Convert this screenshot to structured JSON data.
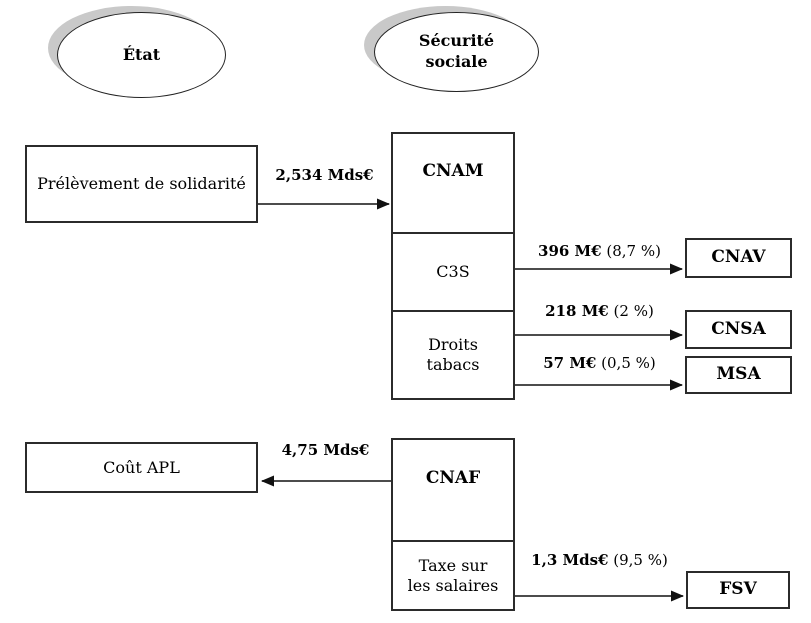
{
  "diagram": {
    "ellipses": [
      {
        "label": "État"
      },
      {
        "label": "Sécurité sociale"
      }
    ],
    "left_boxes": [
      {
        "label": "Prélèvement de solidarité"
      },
      {
        "label": "Coût APL"
      }
    ],
    "stacks": {
      "cnam": {
        "sections": [
          "CNAM",
          "C3S",
          "Droits tabacs"
        ]
      },
      "cnaf": {
        "sections": [
          "CNAF",
          "Taxe sur les salaires"
        ]
      }
    },
    "target_boxes": [
      {
        "label": "CNAV"
      },
      {
        "label": "CNSA"
      },
      {
        "label": "MSA"
      },
      {
        "label": "FSV"
      }
    ],
    "flows": [
      {
        "from": "Prélèvement de solidarité",
        "to": "CNAM",
        "amount": "2,534 Mds€",
        "percent": ""
      },
      {
        "from": "C3S",
        "to": "CNAV",
        "amount": "396 M€",
        "percent": "(8,7 %)"
      },
      {
        "from": "Droits tabacs",
        "to": "CNSA",
        "amount": "218 M€",
        "percent": "(2 %)"
      },
      {
        "from": "Droits tabacs",
        "to": "MSA",
        "amount": "57 M€",
        "percent": "(0,5 %)"
      },
      {
        "from": "CNAF",
        "to": "Coût APL",
        "amount": "4,75 Mds€",
        "percent": ""
      },
      {
        "from": "Taxe sur les salaires",
        "to": "FSV",
        "amount": "1,3 Mds€",
        "percent": "(9,5 %)"
      }
    ],
    "colors": {
      "background": "#ffffff",
      "border": "#2b2b2b",
      "arrow": "#333333",
      "ellipse_shadow": "#c9c9c9",
      "text": "#000000"
    }
  }
}
